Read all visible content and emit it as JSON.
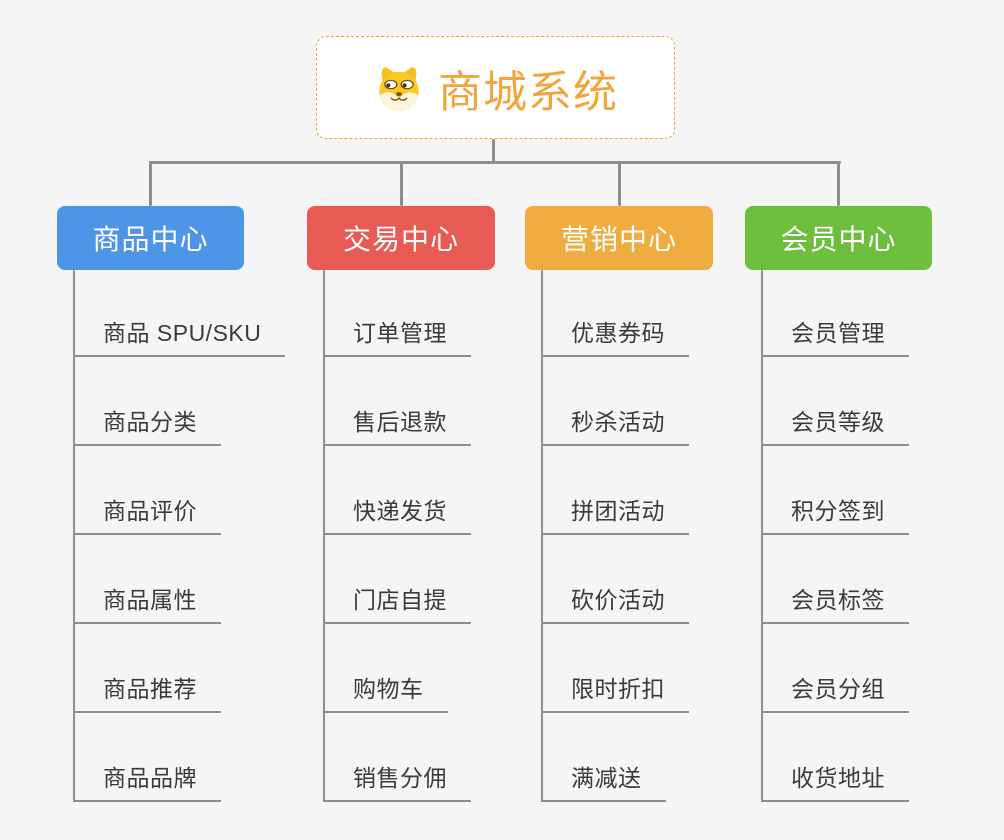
{
  "root": {
    "title": "商城系统",
    "icon": "dog-face-icon"
  },
  "branches": [
    {
      "label": "商品中心",
      "color": "#4e95e8",
      "children": [
        "商品 SPU/SKU",
        "商品分类",
        "商品评价",
        "商品属性",
        "商品推荐",
        "商品品牌"
      ]
    },
    {
      "label": "交易中心",
      "color": "#e85b54",
      "children": [
        "订单管理",
        "售后退款",
        "快递发货",
        "门店自提",
        "购物车",
        "销售分佣"
      ]
    },
    {
      "label": "营销中心",
      "color": "#efad40",
      "children": [
        "优惠券码",
        "秒杀活动",
        "拼团活动",
        "砍价活动",
        "限时折扣",
        "满减送"
      ]
    },
    {
      "label": "会员中心",
      "color": "#6cbe3c",
      "children": [
        "会员管理",
        "会员等级",
        "积分签到",
        "会员标签",
        "会员分组",
        "收货地址"
      ]
    }
  ],
  "colors": {
    "background": "#f5f5f6",
    "connector": "#8e8e8e",
    "root_border": "#f1a43c",
    "root_title": "#f0a63c",
    "leaf_text": "#3b3b3b"
  }
}
